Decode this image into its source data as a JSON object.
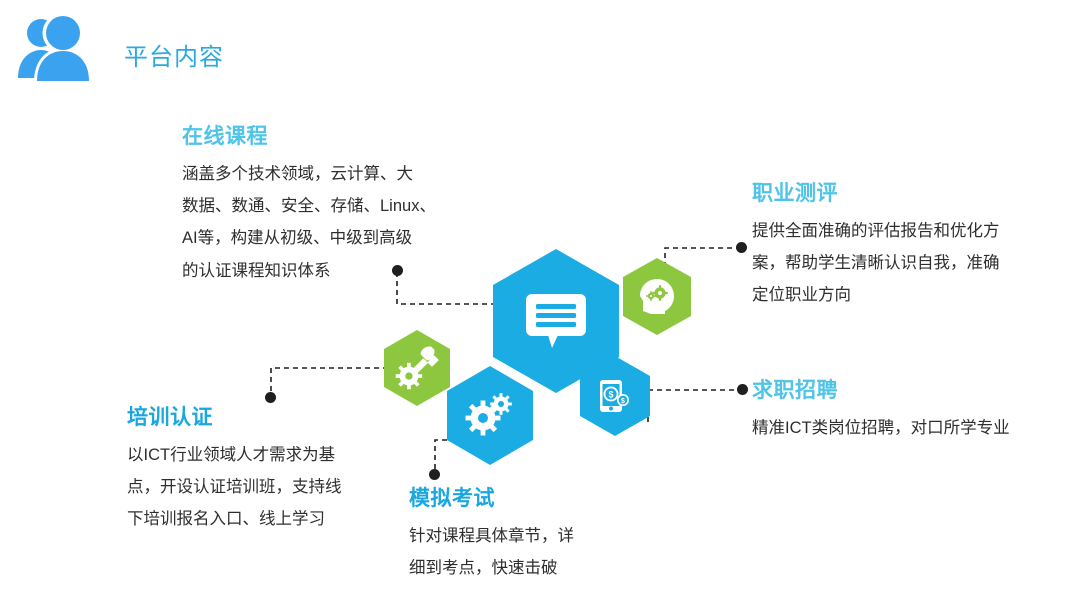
{
  "header": {
    "icon": "users-icon",
    "title": "平台内容",
    "icon_color": "#3ba2f0",
    "title_color": "#2aa9e0"
  },
  "palette": {
    "blue": "#1BACE3",
    "blue_dark": "#1aa7e0",
    "cyan_title": "#4fc3e8",
    "green": "#8DC63F",
    "green_light": "#93C84A",
    "body_text": "#2e2e2e",
    "connector": "#1f1f1f",
    "white": "#ffffff"
  },
  "sections": {
    "online_course": {
      "title": "在线课程",
      "title_color": "#4fc3e8",
      "lines": [
        "涵盖多个技术领域，云计算、大",
        "数据、数通、安全、存储、Linux、",
        "AI等，构建从初级、中级到高级",
        "的认证课程知识体系"
      ]
    },
    "career_assessment": {
      "title": "职业测评",
      "title_color": "#4fc3e8",
      "lines": [
        "提供全面准确的评估报告和优化方",
        "案，帮助学生清晰认识自我，准确",
        "定位职业方向"
      ]
    },
    "training_certification": {
      "title": "培训认证",
      "title_color": "#1aa7e0",
      "lines": [
        "以ICT行业领域人才需求为基",
        "点，开设认证培训班，支持线",
        "下培训报名入口、线上学习"
      ]
    },
    "mock_exam": {
      "title": "模拟考试",
      "title_color": "#1aa7e0",
      "lines": [
        "针对课程具体章节，详",
        "细到考点，快速击破"
      ]
    },
    "job_recruitment": {
      "title": "求职招聘",
      "title_color": "#4fc3e8",
      "lines": [
        "精准ICT类岗位招聘，对口所学专业"
      ]
    }
  },
  "hexagons": [
    {
      "id": "center",
      "icon": "speech-bubble-icon",
      "color": "#1BACE3",
      "size": "large"
    },
    {
      "id": "career",
      "icon": "head-gears-icon",
      "color": "#8DC63F",
      "size": "small"
    },
    {
      "id": "training",
      "icon": "wrench-gear-icon",
      "color": "#8DC63F",
      "size": "small"
    },
    {
      "id": "exam",
      "icon": "two-gears-icon",
      "color": "#1BACE3",
      "size": "medium"
    },
    {
      "id": "recruitment",
      "icon": "phone-money-icon",
      "color": "#1BACE3",
      "size": "small"
    }
  ],
  "connectors": [
    {
      "id": "online-course-connector",
      "from": "center",
      "to": "online_course"
    },
    {
      "id": "career-connector",
      "from": "career",
      "to": "career_assessment"
    },
    {
      "id": "training-connector",
      "from": "training",
      "to": "training_certification"
    },
    {
      "id": "exam-connector",
      "from": "exam",
      "to": "mock_exam"
    },
    {
      "id": "recruitment-connector",
      "from": "recruitment",
      "to": "job_recruitment"
    }
  ]
}
